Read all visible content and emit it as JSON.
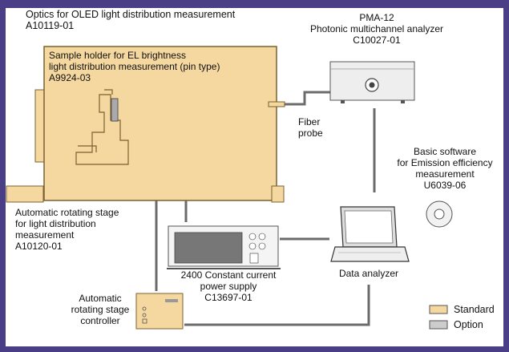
{
  "colors": {
    "background": "#4a3f86",
    "standard": "#f5d7a0",
    "option": "#cccccc",
    "line": "#6b6b6b"
  },
  "labels": {
    "optics_title": "Optics for OLED light distribution measurement",
    "optics_code": "A10119-01",
    "holder_line1": "Sample holder for EL brightness",
    "holder_line2": "light distribution  measurement (pin type)",
    "holder_code": "A9924-03",
    "pma_name": "PMA-12",
    "pma_desc": "Photonic multichannel analyzer",
    "pma_code": "C10027-01",
    "fiber_line1": "Fiber",
    "fiber_line2": "probe",
    "software_line1": "Basic software",
    "software_line2": "for Emission efficiency",
    "software_line3": "measurement",
    "software_code": "U6039-06",
    "stage_line1": "Automatic rotating stage",
    "stage_line2": "for light distribution",
    "stage_line3": "measurement",
    "stage_code": "A10120-01",
    "power_line1": "2400 Constant current",
    "power_line2": "power supply",
    "power_code": "C13697-01",
    "analyzer": "Data analyzer",
    "controller_line1": "Automatic",
    "controller_line2": "rotating stage",
    "controller_line3": "controller",
    "legend_standard": "Standard",
    "legend_option": "Option"
  }
}
